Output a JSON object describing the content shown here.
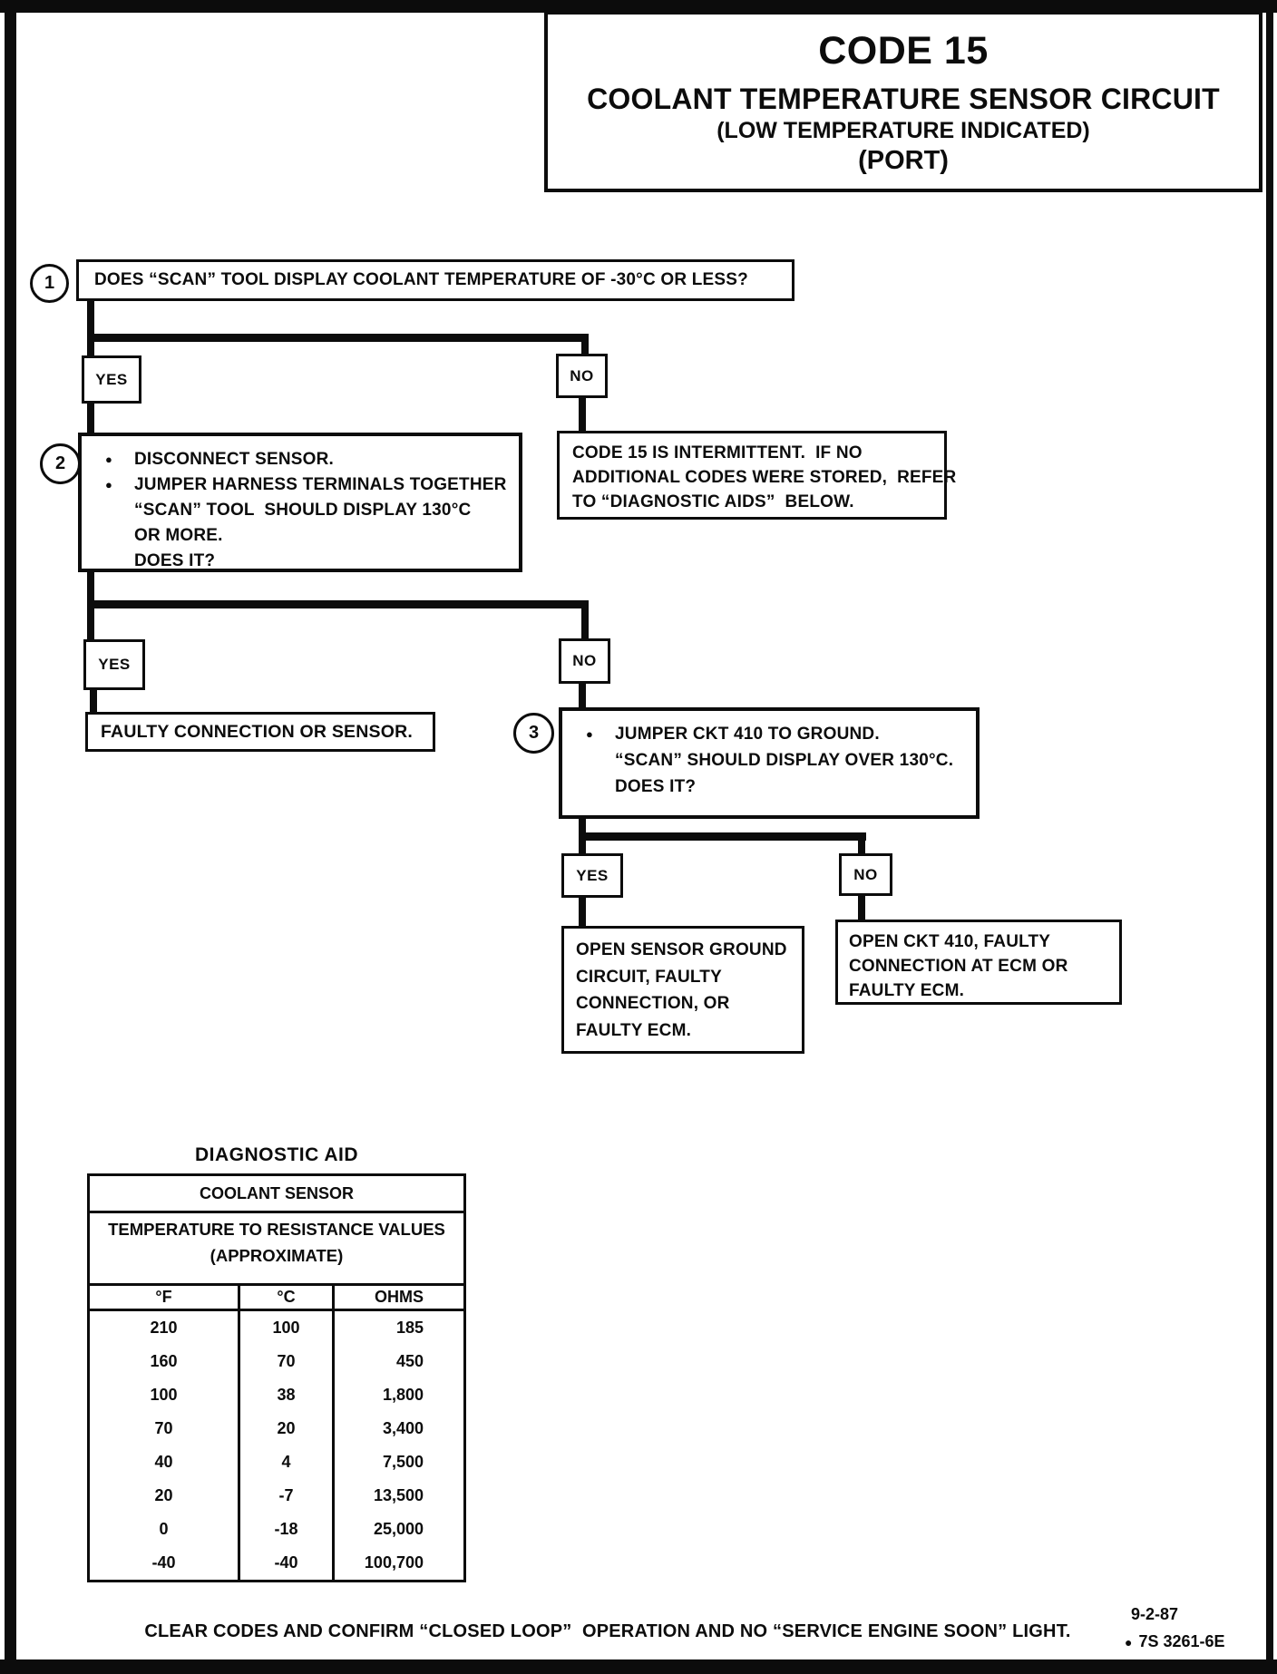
{
  "title": {
    "heading": "CODE 15",
    "subtitle": "COOLANT TEMPERATURE SENSOR CIRCUIT",
    "subtitle2": "(LOW TEMPERATURE INDICATED)",
    "subtitle3": "(PORT)"
  },
  "flowchart": {
    "bullet": "●",
    "step1": {
      "number": "1",
      "text": "DOES “SCAN” TOOL DISPLAY COOLANT TEMPERATURE OF -30°C OR LESS?"
    },
    "branch1": {
      "yes": "YES",
      "no": "NO"
    },
    "step2": {
      "number": "2",
      "line1": "DISCONNECT SENSOR.",
      "line2": "JUMPER HARNESS TERMINALS TOGETHER",
      "line3": "“SCAN” TOOL  SHOULD DISPLAY 130°C",
      "line4": "OR MORE.",
      "line5": "DOES IT?"
    },
    "intermittent": {
      "line1": "CODE 15 IS INTERMITTENT.  IF NO",
      "line2": "ADDITIONAL CODES WERE STORED,  REFER",
      "line3": "TO “DIAGNOSTIC AIDS”  BELOW."
    },
    "branch2": {
      "yes": "YES",
      "no": "NO"
    },
    "faulty": "FAULTY CONNECTION OR SENSOR.",
    "step3": {
      "number": "3",
      "line1": "JUMPER CKT 410 TO GROUND.",
      "line2": "“SCAN” SHOULD DISPLAY OVER 130°C.",
      "line3": "DOES IT?"
    },
    "branch3": {
      "yes": "YES",
      "no": "NO"
    },
    "open_ground": {
      "line1": "OPEN SENSOR GROUND",
      "line2": "CIRCUIT, FAULTY",
      "line3": "CONNECTION, OR",
      "line4": "FAULTY ECM."
    },
    "open_ckt": {
      "line1": "OPEN CKT 410, FAULTY",
      "line2": "CONNECTION AT ECM OR",
      "line3": "FAULTY ECM."
    }
  },
  "diagnostic_aid": {
    "title": "DIAGNOSTIC AID",
    "table": {
      "header1": "COOLANT SENSOR",
      "header2": "TEMPERATURE TO RESISTANCE VALUES",
      "header3": "(APPROXIMATE)",
      "columns": [
        "°F",
        "°C",
        "OHMS"
      ],
      "rows": [
        [
          "210",
          "100",
          "185"
        ],
        [
          "160",
          "70",
          "450"
        ],
        [
          "100",
          "38",
          "1,800"
        ],
        [
          "70",
          "20",
          "3,400"
        ],
        [
          "40",
          "4",
          "7,500"
        ],
        [
          "20",
          "-7",
          "13,500"
        ],
        [
          "0",
          "-18",
          "25,000"
        ],
        [
          "-40",
          "-40",
          "100,700"
        ]
      ]
    }
  },
  "footer": {
    "note": "CLEAR CODES AND CONFIRM “CLOSED LOOP”  OPERATION AND NO “SERVICE ENGINE SOON” LIGHT.",
    "date": "9-2-87",
    "doc_bullet": "●",
    "doc_ref": "7S 3261-6E"
  }
}
